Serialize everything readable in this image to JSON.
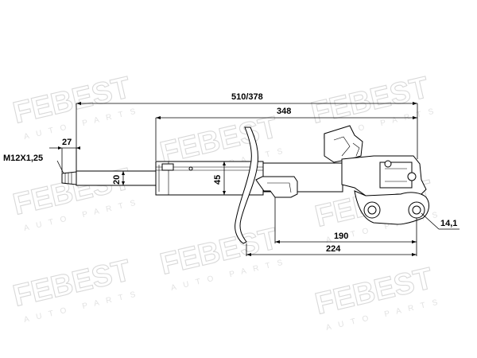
{
  "watermark": {
    "brand": "FEBEST",
    "tagline": "AUTO PARTS"
  },
  "dimensions": {
    "thread": "M12X1,25",
    "thread_length": "27",
    "overall_length": "510/378",
    "body_length": "348",
    "rod_diameter": "20",
    "body_diameter": "45",
    "bracket_distance": "190",
    "mount_distance": "224",
    "mount_hole": "14,1"
  },
  "colors": {
    "line": "#000000",
    "watermark": "#d9d9d9",
    "background": "#ffffff"
  }
}
